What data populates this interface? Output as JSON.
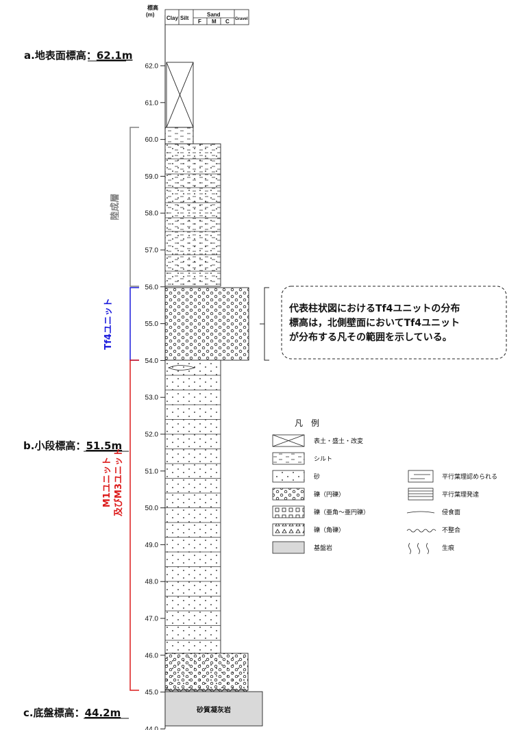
{
  "axis": {
    "title_line1": "標高",
    "title_line2": "(m)",
    "ticks": [
      "62.0",
      "61.0",
      "60.0",
      "59.0",
      "58.0",
      "57.0",
      "56.0",
      "55.0",
      "54.0",
      "53.0",
      "52.0",
      "51.0",
      "50.0",
      "49.0",
      "48.0",
      "47.0",
      "46.0",
      "45.0",
      "44.0"
    ]
  },
  "header": {
    "clay": "Clay",
    "silt": "Silt",
    "sand": "Sand",
    "sand_f": "F",
    "sand_m": "M",
    "sand_c": "C",
    "gravel": "Gravel"
  },
  "elevations": {
    "a_label": "a.地表面標高：",
    "a_value": "62.1m",
    "b_label": "b.小段標高：",
    "b_value": "51.5m",
    "c_label": "c.底盤標高：",
    "c_value": "44.2m"
  },
  "units": {
    "rikusei": "陸成層",
    "tf4": "Tf4ユニット",
    "m1_line1": "M1ユニット",
    "m1_line2": "及びM3ユニット",
    "colors": {
      "rikusei": "#808080",
      "tf4": "#1a1adc",
      "m1": "#dc1a1a"
    }
  },
  "bedrock_label": "砂質凝灰岩",
  "note": {
    "line1": "代表柱状図におけるTf4ユニットの分布",
    "line2": "標高は，北側壁面においてTf4ユニット",
    "line3": "が分布する凡その範囲を示している。"
  },
  "legend": {
    "title": "凡　例",
    "items": [
      {
        "label": "表土・盛土・改変",
        "icon": "cross-box-icon"
      },
      {
        "label": "シルト",
        "icon": "silt-pattern-icon"
      },
      {
        "label": "砂",
        "icon": "sand-pattern-icon"
      },
      {
        "label": "礫（円礫）",
        "icon": "round-gravel-icon"
      },
      {
        "label": "礫（亜角～亜円礫）",
        "icon": "subangular-gravel-icon"
      },
      {
        "label": "礫（角礫）",
        "icon": "angular-gravel-icon"
      },
      {
        "label": "基盤岩",
        "icon": "bedrock-icon"
      },
      {
        "label": "平行葉理認められる",
        "icon": "parallel-lamina-icon"
      },
      {
        "label": "平行葉理発達",
        "icon": "dense-lamina-icon"
      },
      {
        "label": "侵食面",
        "icon": "erosion-surface-icon"
      },
      {
        "label": "不整合",
        "icon": "unconformity-icon"
      },
      {
        "label": "生痕",
        "icon": "trace-fossil-icon"
      }
    ]
  }
}
